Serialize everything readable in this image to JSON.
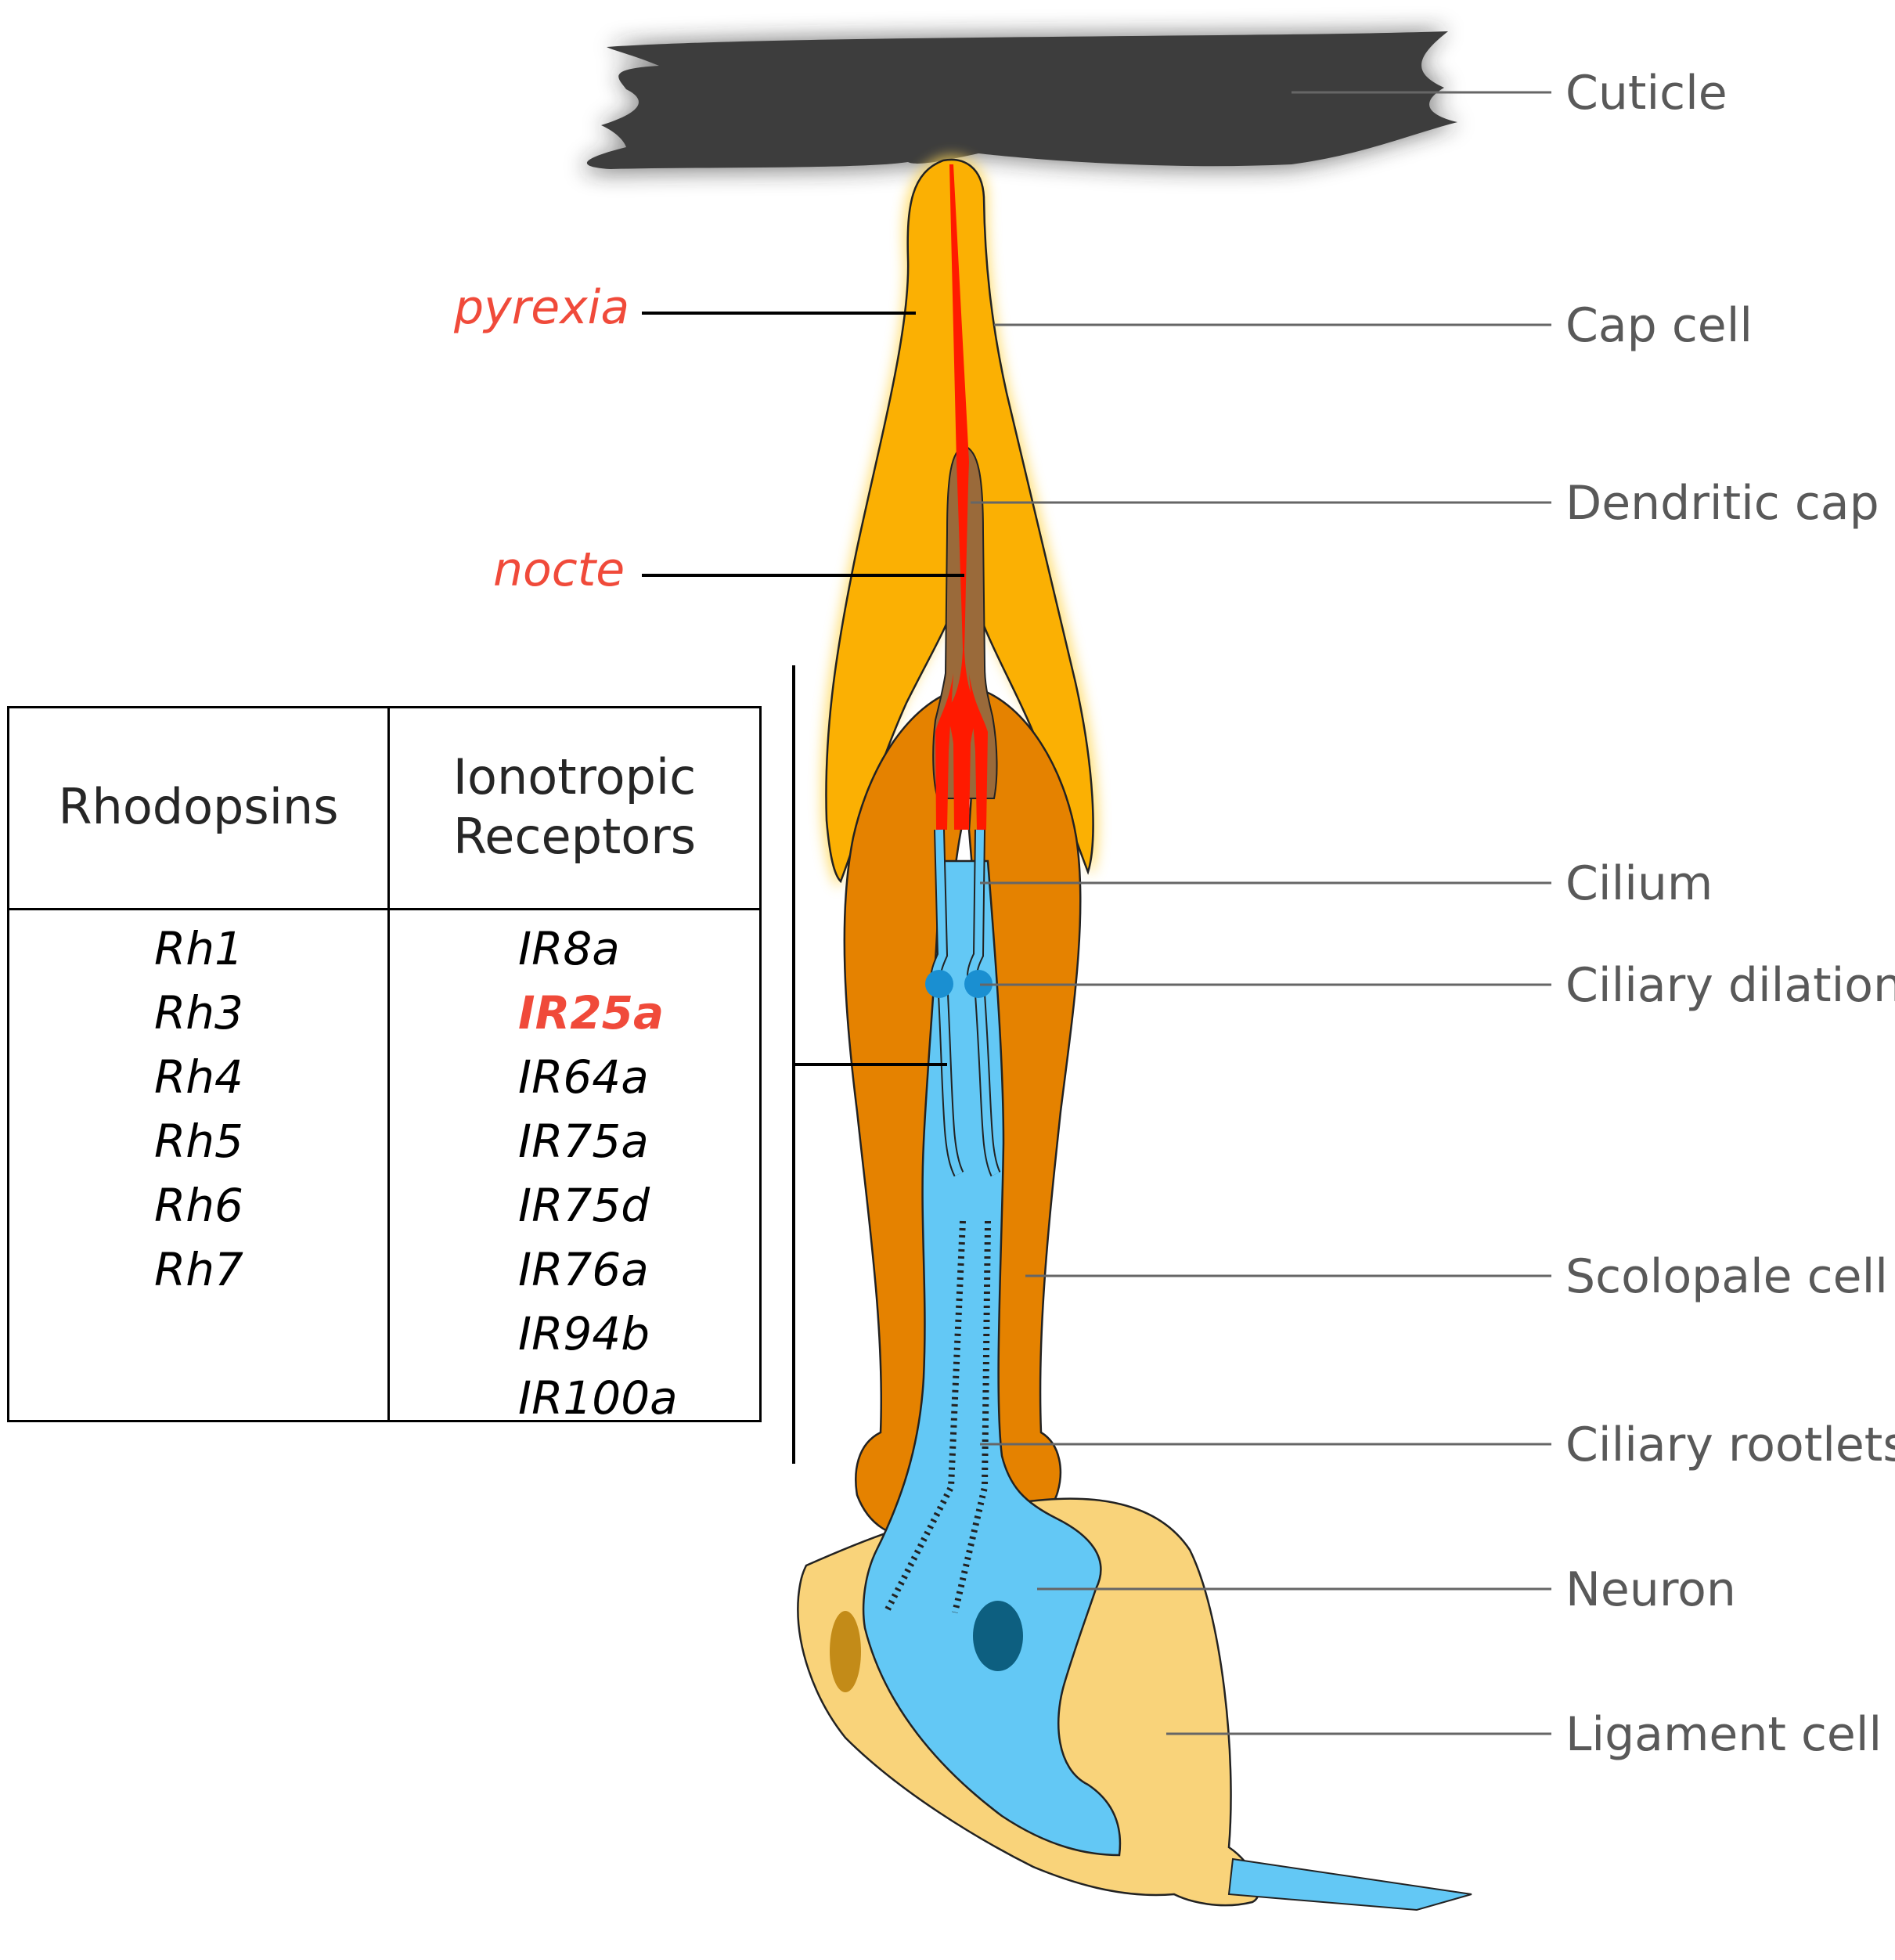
{
  "labels": {
    "cuticle": "Cuticle",
    "cap_cell": "Cap cell",
    "dendritic_cap": "Dendritic cap",
    "cilium": "Cilium",
    "ciliary_dilation": "Ciliary dilation",
    "scolopale_cell": "Scolopale cell",
    "ciliary_rootlets": "Ciliary rootlets",
    "neuron": "Neuron",
    "ligament_cell": "Ligament cell"
  },
  "genes": {
    "pyrexia": "pyrexia",
    "nocte": "nocte"
  },
  "table": {
    "header_left": "Rhodopsins",
    "header_right_line1": "Ionotropic",
    "header_right_line2": "Receptors",
    "rhodopsins": [
      "Rh1",
      "Rh3",
      "Rh4",
      "Rh5",
      "Rh6",
      "Rh7"
    ],
    "receptors": [
      "IR8a",
      "IR25a",
      "IR64a",
      "IR75a",
      "IR75d",
      "IR76a",
      "IR94b",
      "IR100a"
    ],
    "highlighted_receptor": "IR25a"
  },
  "colors": {
    "highlight_red": "#f04a3a",
    "cuticle": "#3d3d3d",
    "cap_cell": "#fbb003",
    "scolopale": "#e58200",
    "neuron": "#63c8f5",
    "ligament": "#f9d37a",
    "dendritic_red": "#ff1a00"
  }
}
